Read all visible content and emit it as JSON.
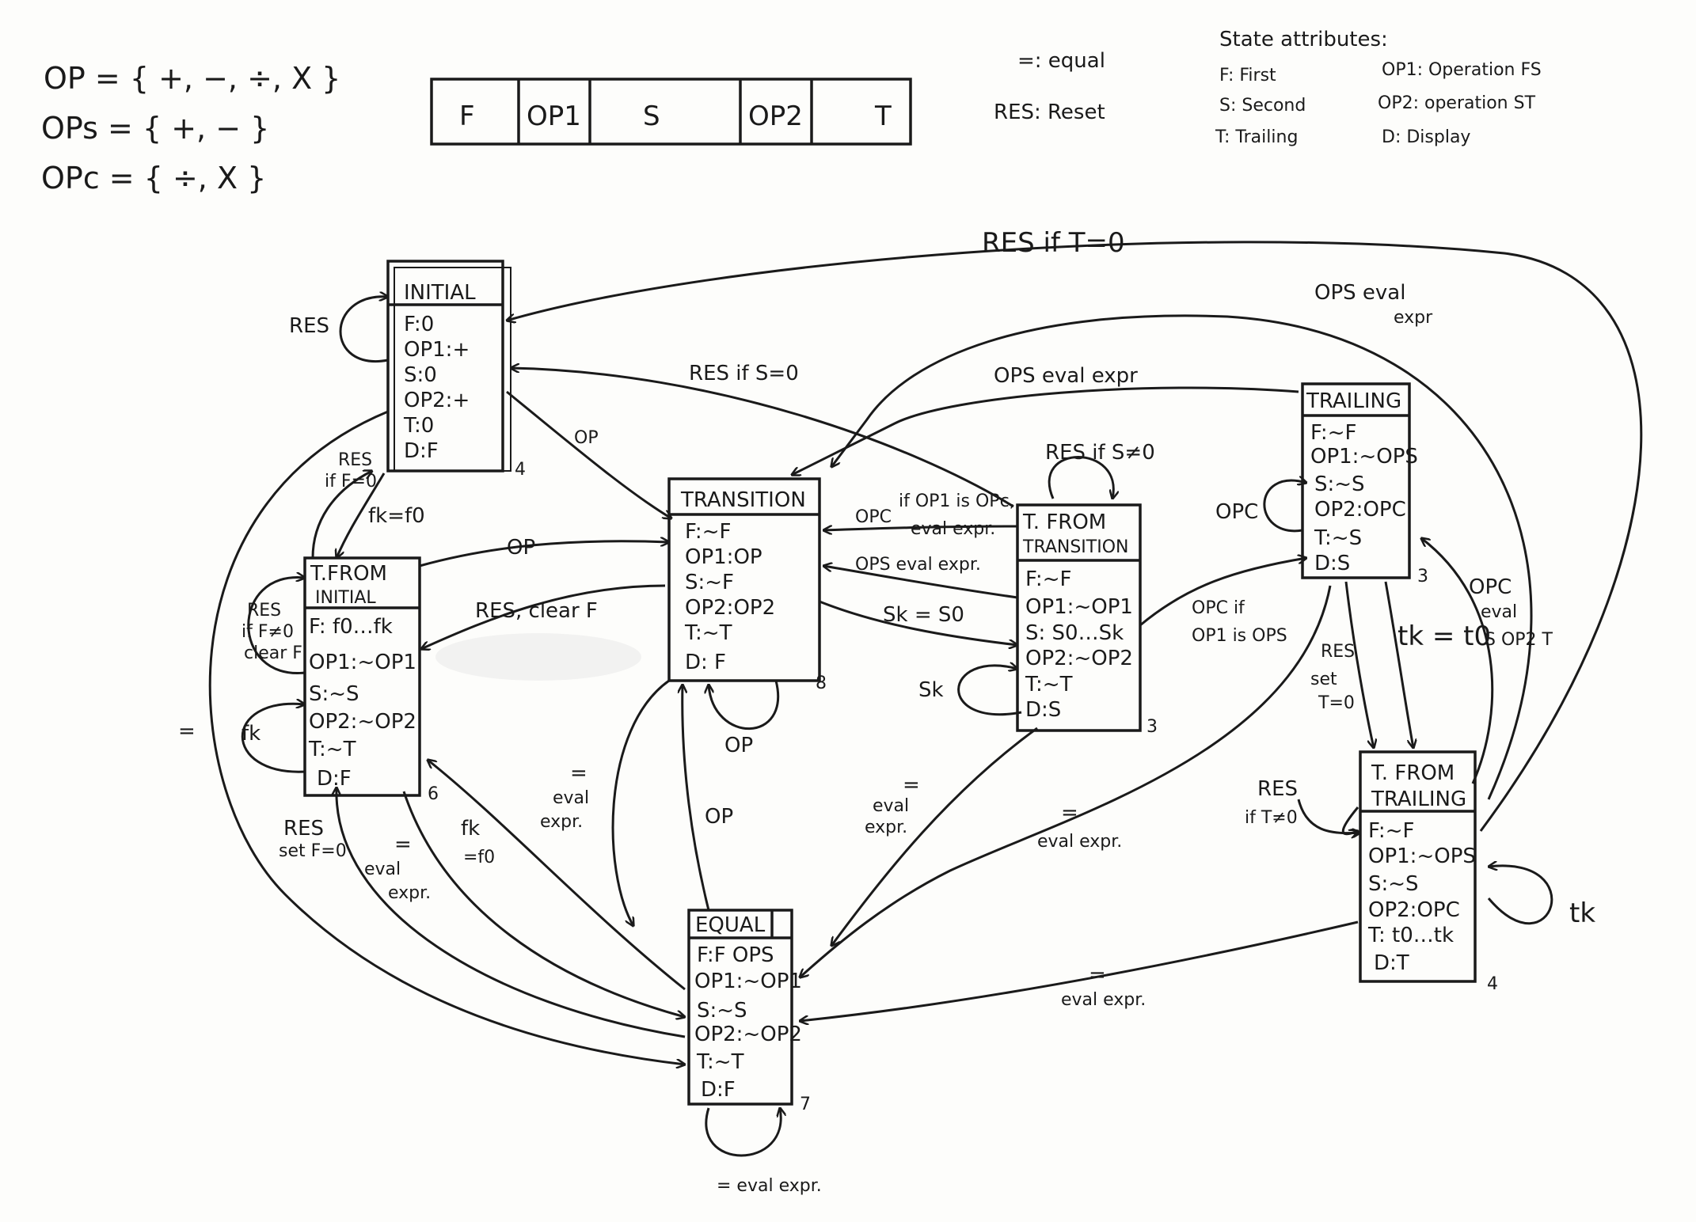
{
  "definitions": {
    "op": "OP = { +, −, ÷, X }",
    "ops": "OPs = { +, − }",
    "opc": "OPc = { ÷, X }"
  },
  "register": [
    "F",
    "OP1",
    "S",
    "OP2",
    "T"
  ],
  "legend": {
    "equal": "=: equal",
    "reset": "RES: Reset",
    "attrs_title": "State attributes:",
    "attrs_left": [
      "F: First",
      "S: Second",
      "T: Trailing"
    ],
    "attrs_right": [
      "OP1: Operation FS",
      "OP2: operation ST",
      "D: Display"
    ]
  },
  "states": {
    "initial": {
      "title": "INITIAL",
      "num": "4",
      "attrs": [
        "F:0",
        "OP1:+",
        "S:0",
        "OP2:+",
        "T:0",
        "D:F"
      ]
    },
    "t_from_initial": {
      "title": [
        "T.FROM",
        "INITIAL"
      ],
      "num": "6",
      "attrs": [
        "F: f0…fk",
        "OP1:~OP1",
        "S:~S",
        "OP2:~OP2",
        "T:~T",
        "D:F"
      ]
    },
    "transition": {
      "title": "TRANSITION",
      "num": "8",
      "attrs": [
        "F:~F",
        "OP1:OP",
        "S:~F",
        "OP2:OP2",
        "T:~T",
        "D: F"
      ]
    },
    "t_from_transition": {
      "title": [
        "T. FROM",
        "TRANSITION"
      ],
      "num": "3",
      "attrs": [
        "F:~F",
        "OP1:~OP1",
        "S: S0…Sk",
        "OP2:~OP2",
        "T:~T",
        "D:S"
      ]
    },
    "trailing": {
      "title": "TRAILING",
      "num": "3",
      "attrs": [
        "F:~F",
        "OP1:~OPS",
        "S:~S",
        "OP2:OPC",
        "T:~S",
        "D:S"
      ]
    },
    "t_from_trailing": {
      "title": [
        "T. FROM",
        "TRAILING"
      ],
      "num": "4",
      "attrs": [
        "F:~F",
        "OP1:~OPS",
        "S:~S",
        "OP2:OPC",
        "T: t0…tk",
        "D:T"
      ]
    },
    "equal": {
      "title": "EQUAL",
      "num": "7",
      "attrs": [
        "F:F OPS",
        "OP1:~OP1",
        "S:~S",
        "OP2:~OP2",
        "T:~T",
        "D:F"
      ]
    }
  },
  "edge_labels": {
    "res_if_t0": "RES  if T=0",
    "ops_eval_expr_1": "OPS eval",
    "ops_eval_expr_1b": "expr",
    "ops_eval_expr_2": "OPS eval expr",
    "res_if_s0": "RES  if S=0",
    "res": "RES",
    "op_init_trans": "OP",
    "res_if_f0": "RES",
    "res_if_f0b": "if F=0",
    "fk_f0": "fk=f0",
    "op_tfi_trans": "OP",
    "res_clear_f": "RES, clear F",
    "res_if_fnot0": "RES",
    "res_if_fnot0b": "if F≠0",
    "res_if_fnot0c": "clear F",
    "fk_loop": "fk",
    "eq_left": "=",
    "res_set_f0": "RES",
    "res_set_f0b": "set F=0",
    "eq_eval_1": "=",
    "eq_eval_1b": "eval",
    "eq_eval_1c": "expr.",
    "fk_f0_2": "fk",
    "fk_f0_2b": "=f0",
    "eq_eval_2": "=",
    "eq_eval_2b": "eval",
    "eq_eval_2c": "expr.",
    "op_eq_trans": "OP",
    "op_trans_loop": "OP",
    "res_if_snot0": "RES  if S≠0",
    "if_op1_opc": "if OP1 is OPc,",
    "if_op1_opc_b": "eval expr.",
    "opc_tft_trans": "OPC",
    "ops_eval_tft": "OPS eval expr.",
    "sk_s0": "Sk = S0",
    "sk_loop": "Sk",
    "opc_if_ops": "OPC if",
    "opc_if_ops_b": "OP1 is OPS",
    "eq_eval_3": "=",
    "eq_eval_3b": "eval",
    "eq_eval_3c": "expr.",
    "eq_eval_4": "=",
    "eq_eval_4b": "eval expr.",
    "opc_loop": "OPC",
    "res_set_t0": "RES",
    "res_set_t0b": "set",
    "res_set_t0c": "T=0",
    "tk_t0": "tk = t0",
    "opc_eval": "OPC",
    "opc_eval_b": "eval",
    "opc_eval_c": "S OP2 T",
    "res_if_tnot0": "RES",
    "res_if_tnot0b": "if T≠0",
    "tk_loop": "tk",
    "eq_eval_5": "=",
    "eq_eval_5b": "eval expr.",
    "eq_eval_loop": "= eval expr."
  }
}
